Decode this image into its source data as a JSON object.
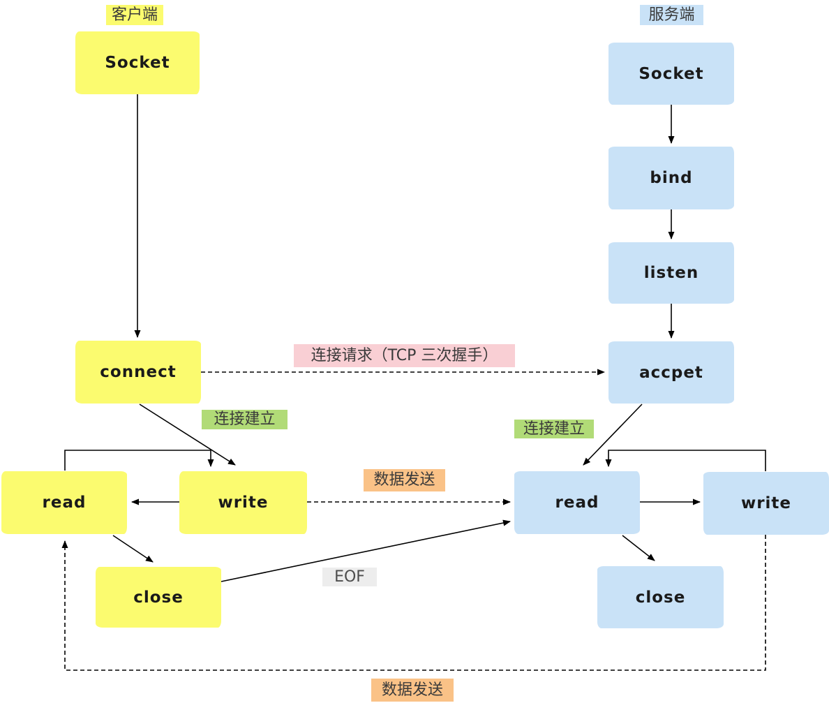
{
  "client": {
    "title": "客户端",
    "socket": "Socket",
    "connect": "connect",
    "read": "read",
    "write": "write",
    "close": "close"
  },
  "server": {
    "title": "服务端",
    "socket": "Socket",
    "bind": "bind",
    "listen": "listen",
    "accept": "accpet",
    "read": "read",
    "write": "write",
    "close": "close"
  },
  "labels": {
    "handshake": "连接请求（TCP 三次握手）",
    "established_client": "连接建立",
    "established_server": "连接建立",
    "data_send_mid": "数据发送",
    "eof": "EOF",
    "data_send_bottom": "数据发送"
  },
  "colors": {
    "client_node": "#FBFB6F",
    "server_node": "#C9E2F7",
    "handshake_label": "#F9CFD4",
    "established_label": "#B1DB77",
    "data_send_label": "#FAC287",
    "eof_label": "#EDEDED",
    "line": "#000000"
  }
}
